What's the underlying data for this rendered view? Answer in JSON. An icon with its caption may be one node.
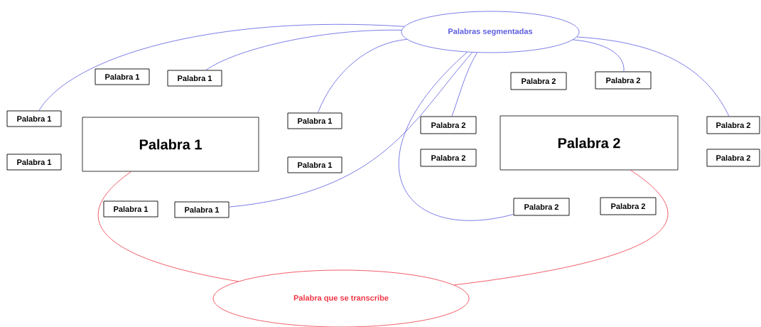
{
  "diagram": {
    "nodes": [
      {
        "text": [
          "Palabras segmentadas"
        ]
      },
      {
        "text": [
          "Palabra 1"
        ]
      },
      {
        "text": [
          "Palabra 1"
        ]
      },
      {
        "text": [
          "Palabra 2"
        ]
      },
      {
        "text": [
          "Palabra 2"
        ]
      },
      {
        "text": [
          "Palabra 1"
        ]
      },
      {
        "text": [
          "Palabra 1"
        ]
      },
      {
        "text": [
          "Palabra 2"
        ]
      },
      {
        "text": [
          "Palabra 2"
        ]
      },
      {
        "text": [
          "Palabra 1"
        ]
      },
      {
        "text": [
          "Palabra 2"
        ]
      },
      {
        "text": [
          "Palabra 2"
        ]
      },
      {
        "text": [
          "Palabra 2"
        ]
      },
      {
        "text": [
          "Palabra 1"
        ]
      },
      {
        "text": [
          "Palabra 1"
        ]
      },
      {
        "text": [
          "Palabra 2"
        ]
      },
      {
        "text": [
          "Palabra 2"
        ]
      },
      {
        "text": [
          "Palabra 1"
        ]
      },
      {
        "text": [
          "Palabra 1"
        ]
      },
      {
        "text": [
          "Palabra que se transcribe"
        ]
      }
    ],
    "edges": [
      {
        "from": 0,
        "to": 5,
        "arrow": "none"
      },
      {
        "from": 0,
        "to": 2,
        "arrow": "none"
      },
      {
        "from": 0,
        "to": 6,
        "arrow": "none"
      },
      {
        "from": 0,
        "to": 18,
        "arrow": "none"
      },
      {
        "from": 0,
        "to": 7,
        "arrow": "none"
      },
      {
        "from": 0,
        "to": 15,
        "arrow": "none"
      },
      {
        "from": 0,
        "to": 4,
        "arrow": "none"
      },
      {
        "from": 0,
        "to": 8,
        "arrow": "none"
      },
      {
        "from": 19,
        "to": 9,
        "arrow": "none",
        "color": "#ee3344"
      },
      {
        "from": 19,
        "to": 10,
        "arrow": "none",
        "color": "#ee3344"
      }
    ]
  }
}
